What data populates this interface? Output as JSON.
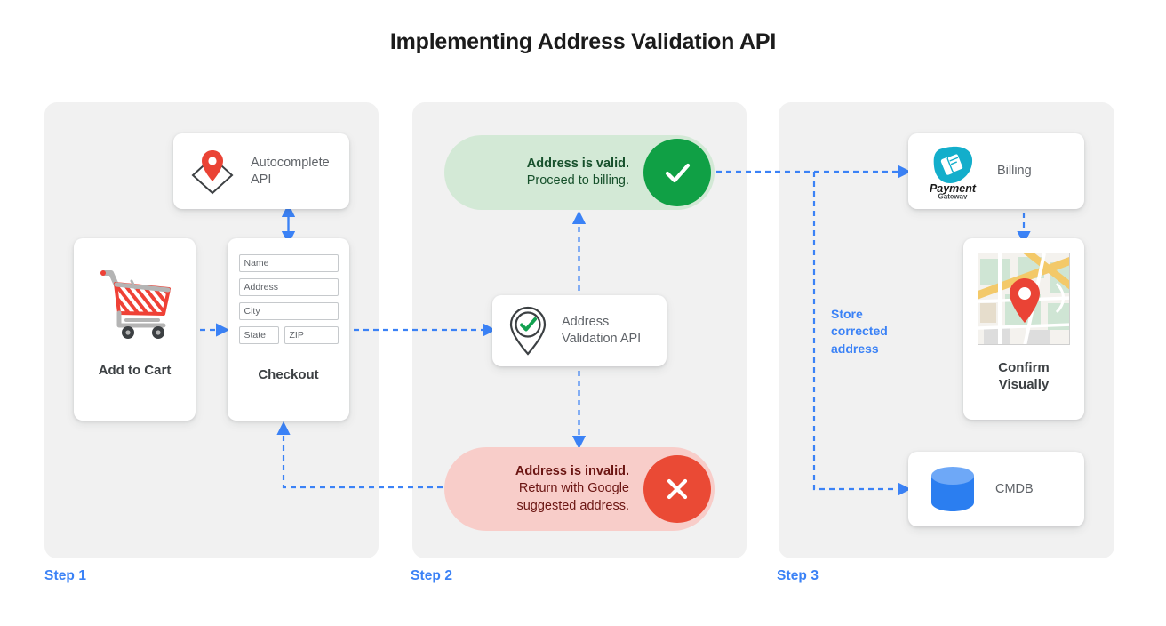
{
  "page": {
    "title": "Implementing Address Validation API",
    "accent_blue": "#3b82f6",
    "panel_bg": "#f1f1f1",
    "valid_bg": "#d3e9d6",
    "valid_badge": "#10a045",
    "invalid_bg": "#f8cdc9",
    "invalid_badge": "#ea4a35"
  },
  "steps": [
    {
      "label": "Step 1"
    },
    {
      "label": "Step 2"
    },
    {
      "label": "Step 3"
    }
  ],
  "step1": {
    "autocomplete": {
      "icon": "map-pin-diamond-icon",
      "label_line1": "Autocomplete",
      "label_line2": "API"
    },
    "add_to_cart": {
      "icon": "shopping-cart-icon",
      "caption": "Add to Cart"
    },
    "checkout": {
      "caption": "Checkout",
      "fields": [
        {
          "name": "name-field",
          "placeholder": "Name"
        },
        {
          "name": "address-field",
          "placeholder": "Address"
        },
        {
          "name": "city-field",
          "placeholder": "City"
        },
        {
          "name": "state-field",
          "placeholder": "State"
        },
        {
          "name": "zip-field",
          "placeholder": "ZIP"
        }
      ]
    }
  },
  "step2": {
    "valid": {
      "line1": "Address is valid.",
      "line2": "Proceed to billing.",
      "badge_icon": "check-icon"
    },
    "validation_api": {
      "icon": "map-pin-check-icon",
      "label_line1": "Address",
      "label_line2": "Validation API"
    },
    "invalid": {
      "line1": "Address is invalid.",
      "line2": "Return with Google",
      "line3": "suggested address.",
      "badge_icon": "close-x-icon"
    }
  },
  "step3": {
    "billing": {
      "logo_primary": "Payment",
      "logo_secondary": "Gateway",
      "logo_icon": "payment-gateway-logo",
      "label": "Billing"
    },
    "confirm": {
      "icon": "map-thumbnail-with-pin",
      "caption_line1": "Confirm",
      "caption_line2": "Visually"
    },
    "cmdb": {
      "icon": "database-cylinder-icon",
      "label": "CMDB"
    },
    "connector_label": {
      "line1": "Store",
      "line2": "corrected",
      "line3": "address"
    }
  }
}
